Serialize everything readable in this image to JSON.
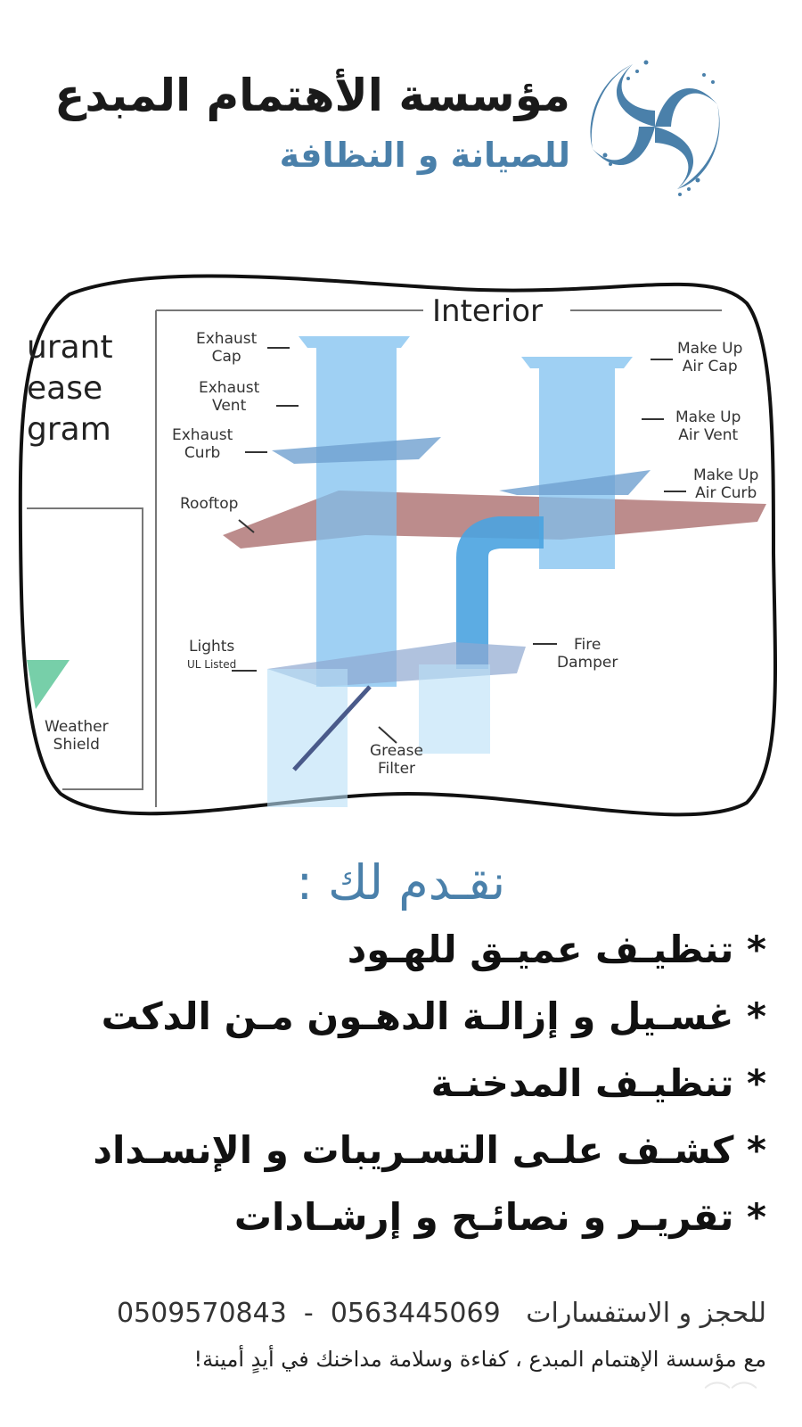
{
  "header": {
    "title": "مؤسسة الأهتمام المبدع",
    "subtitle": "للصيانة و النظافة",
    "logo_icon": "swirl-logo-icon",
    "brand_color": "#4a80aa"
  },
  "diagram": {
    "section_title": "Interior",
    "left_partial_title": [
      "urant",
      "ease",
      "gram"
    ],
    "labels": {
      "exhaust_cap": [
        "Exhaust",
        "Cap"
      ],
      "exhaust_vent": [
        "Exhaust",
        "Vent"
      ],
      "exhaust_curb": [
        "Exhaust",
        "Curb"
      ],
      "rooftop": "Rooftop",
      "make_up_air_cap": [
        "Make Up",
        "Air Cap"
      ],
      "make_up_air_vent": [
        "Make Up",
        "Air Vent"
      ],
      "make_up_air_curb": [
        "Make Up",
        "Air Curb"
      ],
      "lights": "Lights",
      "lights_sub": "UL Listed",
      "fire_damper": [
        "Fire",
        "Damper"
      ],
      "grease_filter": [
        "Grease",
        "Filter"
      ],
      "weather_shield": [
        "Weather",
        "Shield"
      ]
    },
    "colors": {
      "duct": "#7fc0ef",
      "roof": "#b07878",
      "flex_duct": "#4aa3e0",
      "weather_shield": "#5fc79a"
    }
  },
  "offer": {
    "heading": "نقـدم لك :",
    "bullet": "*",
    "services": [
      "تنظيـف عميـق للهـود",
      "غسـيل و إزالـة الدهـون مـن الدكت",
      "تنظيـف المدخنـة",
      "كشـف علـى التسـريبات و الإنسـداد",
      "تقريـر و نصائـح و إرشـادات"
    ]
  },
  "footer": {
    "contact_label": "للحجز و الاستفسارات",
    "phone_1": "0509570843",
    "separator": "-",
    "phone_2": "0563445069",
    "slogan": "مع مؤسسة الإهتمام المبدع ، كفاءة وسلامة مداخنك في أيدٍ أمينة!"
  }
}
